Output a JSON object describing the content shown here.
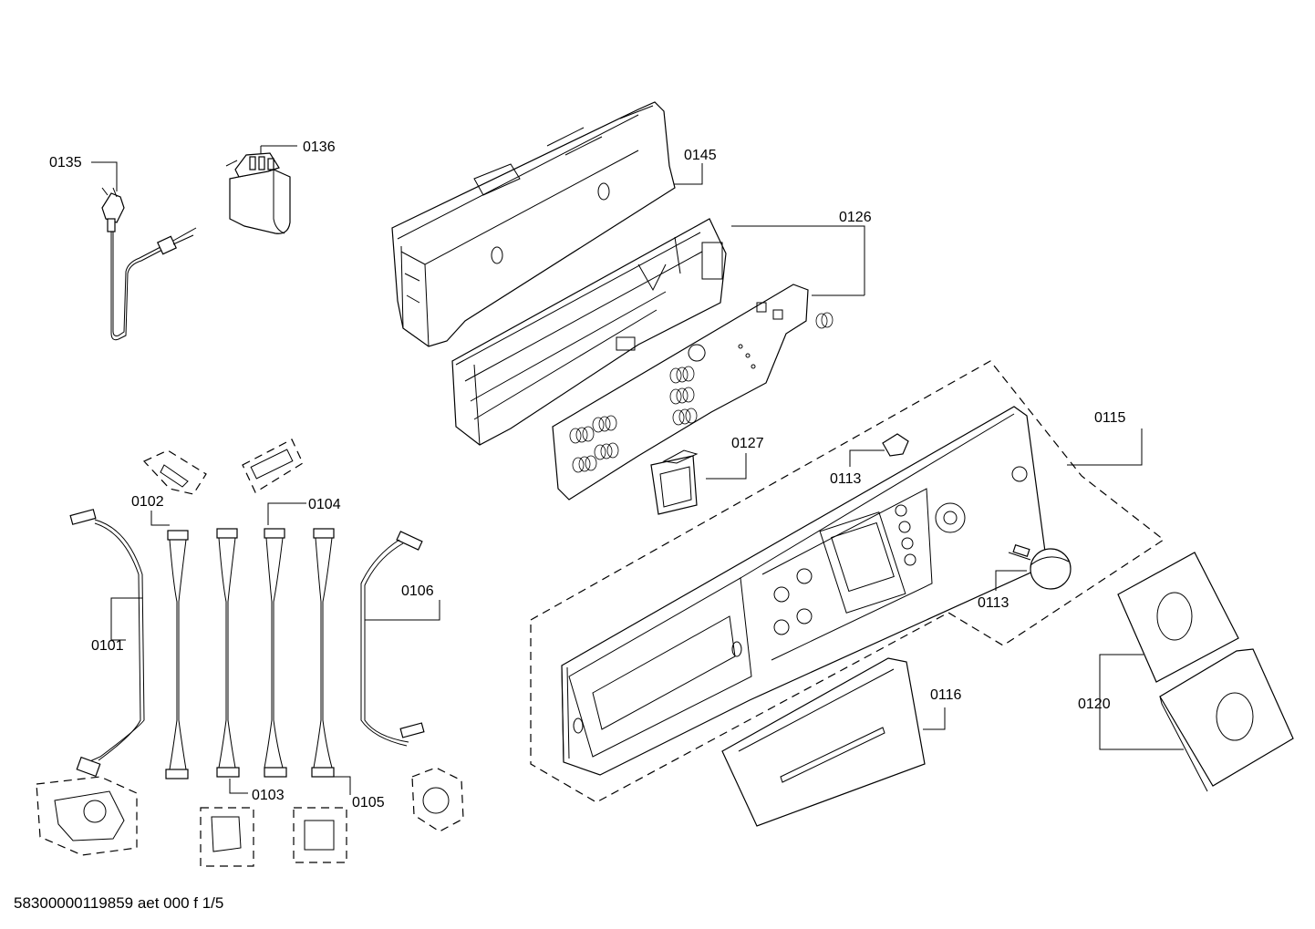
{
  "labels": {
    "p0135": "0135",
    "p0136": "0136",
    "p0145": "0145",
    "p0126": "0126",
    "p0127": "0127",
    "p0115": "0115",
    "p0113a": "0113",
    "p0113b": "0113",
    "p0102": "0102",
    "p0104": "0104",
    "p0101": "0101",
    "p0106": "0106",
    "p0103": "0103",
    "p0105": "0105",
    "p0116": "0116",
    "p0120": "0120"
  },
  "footer": {
    "doc_id": "58300000119859 aet 000 f 1/5"
  }
}
